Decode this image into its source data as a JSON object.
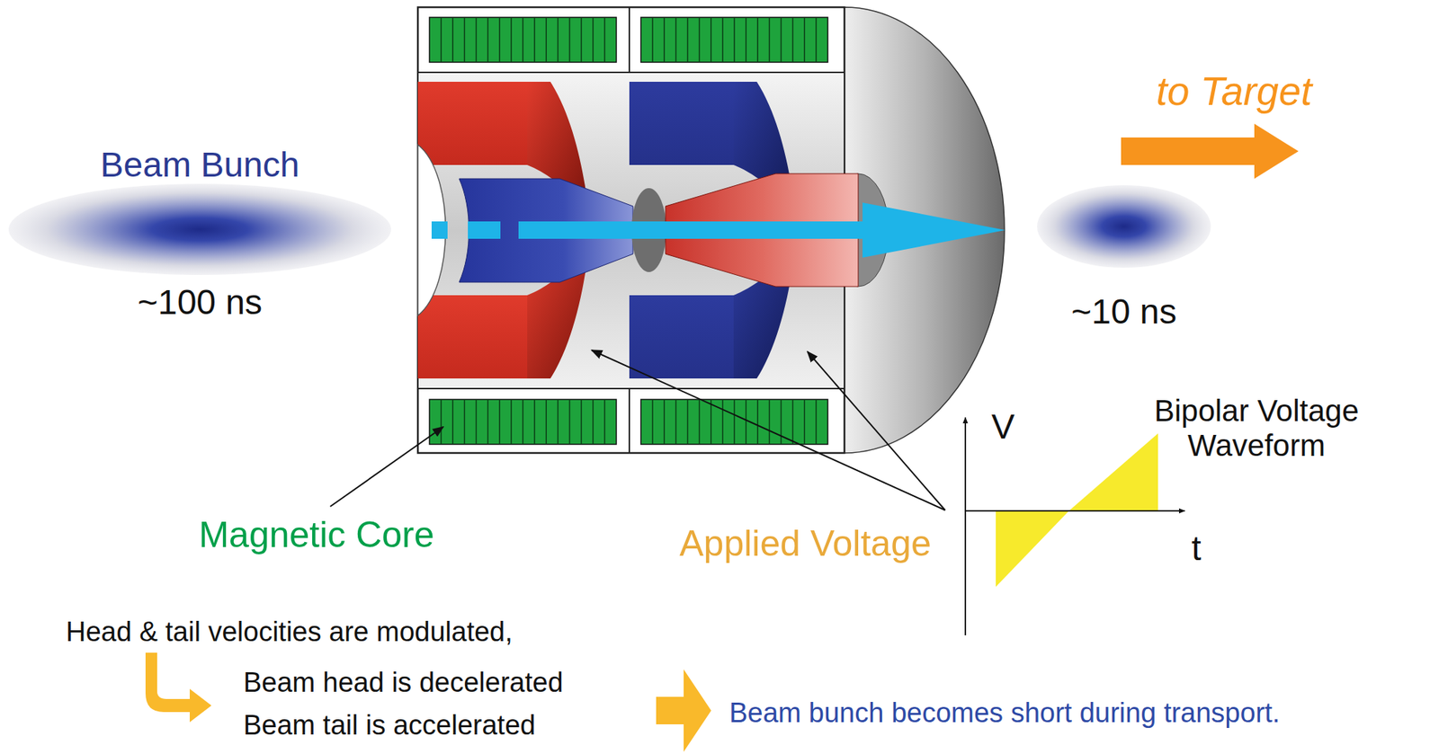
{
  "diagram": {
    "nodes": [
      {
        "text": [
          "Beam Bunch",
          "~100 ns"
        ]
      },
      {
        "text": [
          "~10 ns"
        ]
      }
    ],
    "labels": [
      "to Target",
      "Magnetic Core",
      "Applied Voltage",
      "V",
      "t",
      "Bipolar Voltage Waveform",
      "Head & tail velocities are modulated,",
      "Beam head is decelerated",
      "Beam tail is accelerated",
      "Beam bunch becomes short during transport."
    ]
  }
}
